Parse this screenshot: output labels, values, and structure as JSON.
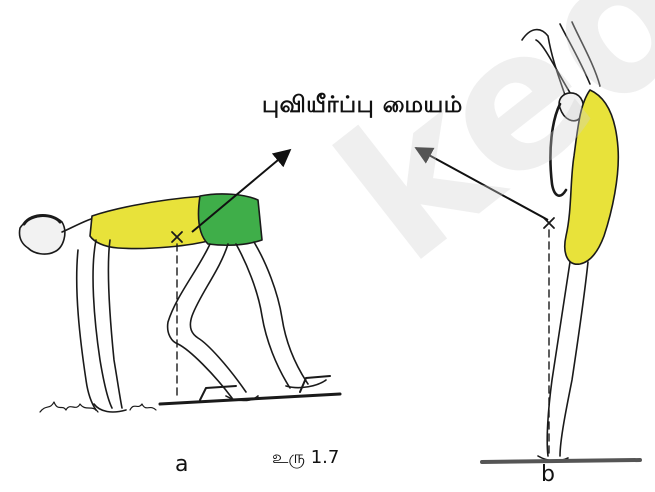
{
  "diagram": {
    "title": "புவியீர்ப்பு  மையம்",
    "figure_a_label": "a",
    "figure_b_label": "b",
    "caption": "உரு 1.7",
    "watermark": "kedu"
  },
  "colors": {
    "shirt": "#e8e23a",
    "shorts_a": "#3fae49",
    "outline": "#1a1a1a",
    "ground": "#555555"
  }
}
